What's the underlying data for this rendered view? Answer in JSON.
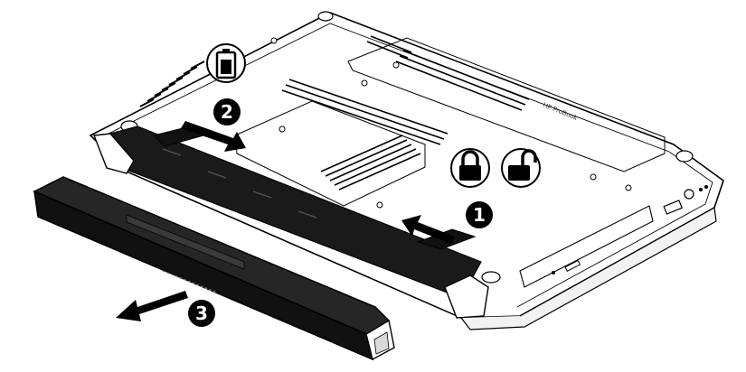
{
  "diagram": {
    "steps": [
      {
        "number": "1",
        "action": "slide-latch-to-unlock"
      },
      {
        "number": "2",
        "action": "slide-release-latch"
      },
      {
        "number": "3",
        "action": "remove-battery"
      }
    ],
    "icons": {
      "battery": "battery-icon",
      "locked": "lock-closed-icon",
      "unlocked": "lock-open-icon"
    },
    "brand_label": "HP ProBook",
    "colors": {
      "outline": "#000000",
      "body": "#ffffff",
      "battery": "#1a1a1a",
      "step_badge": "#000000",
      "arrow": "#000000"
    }
  }
}
